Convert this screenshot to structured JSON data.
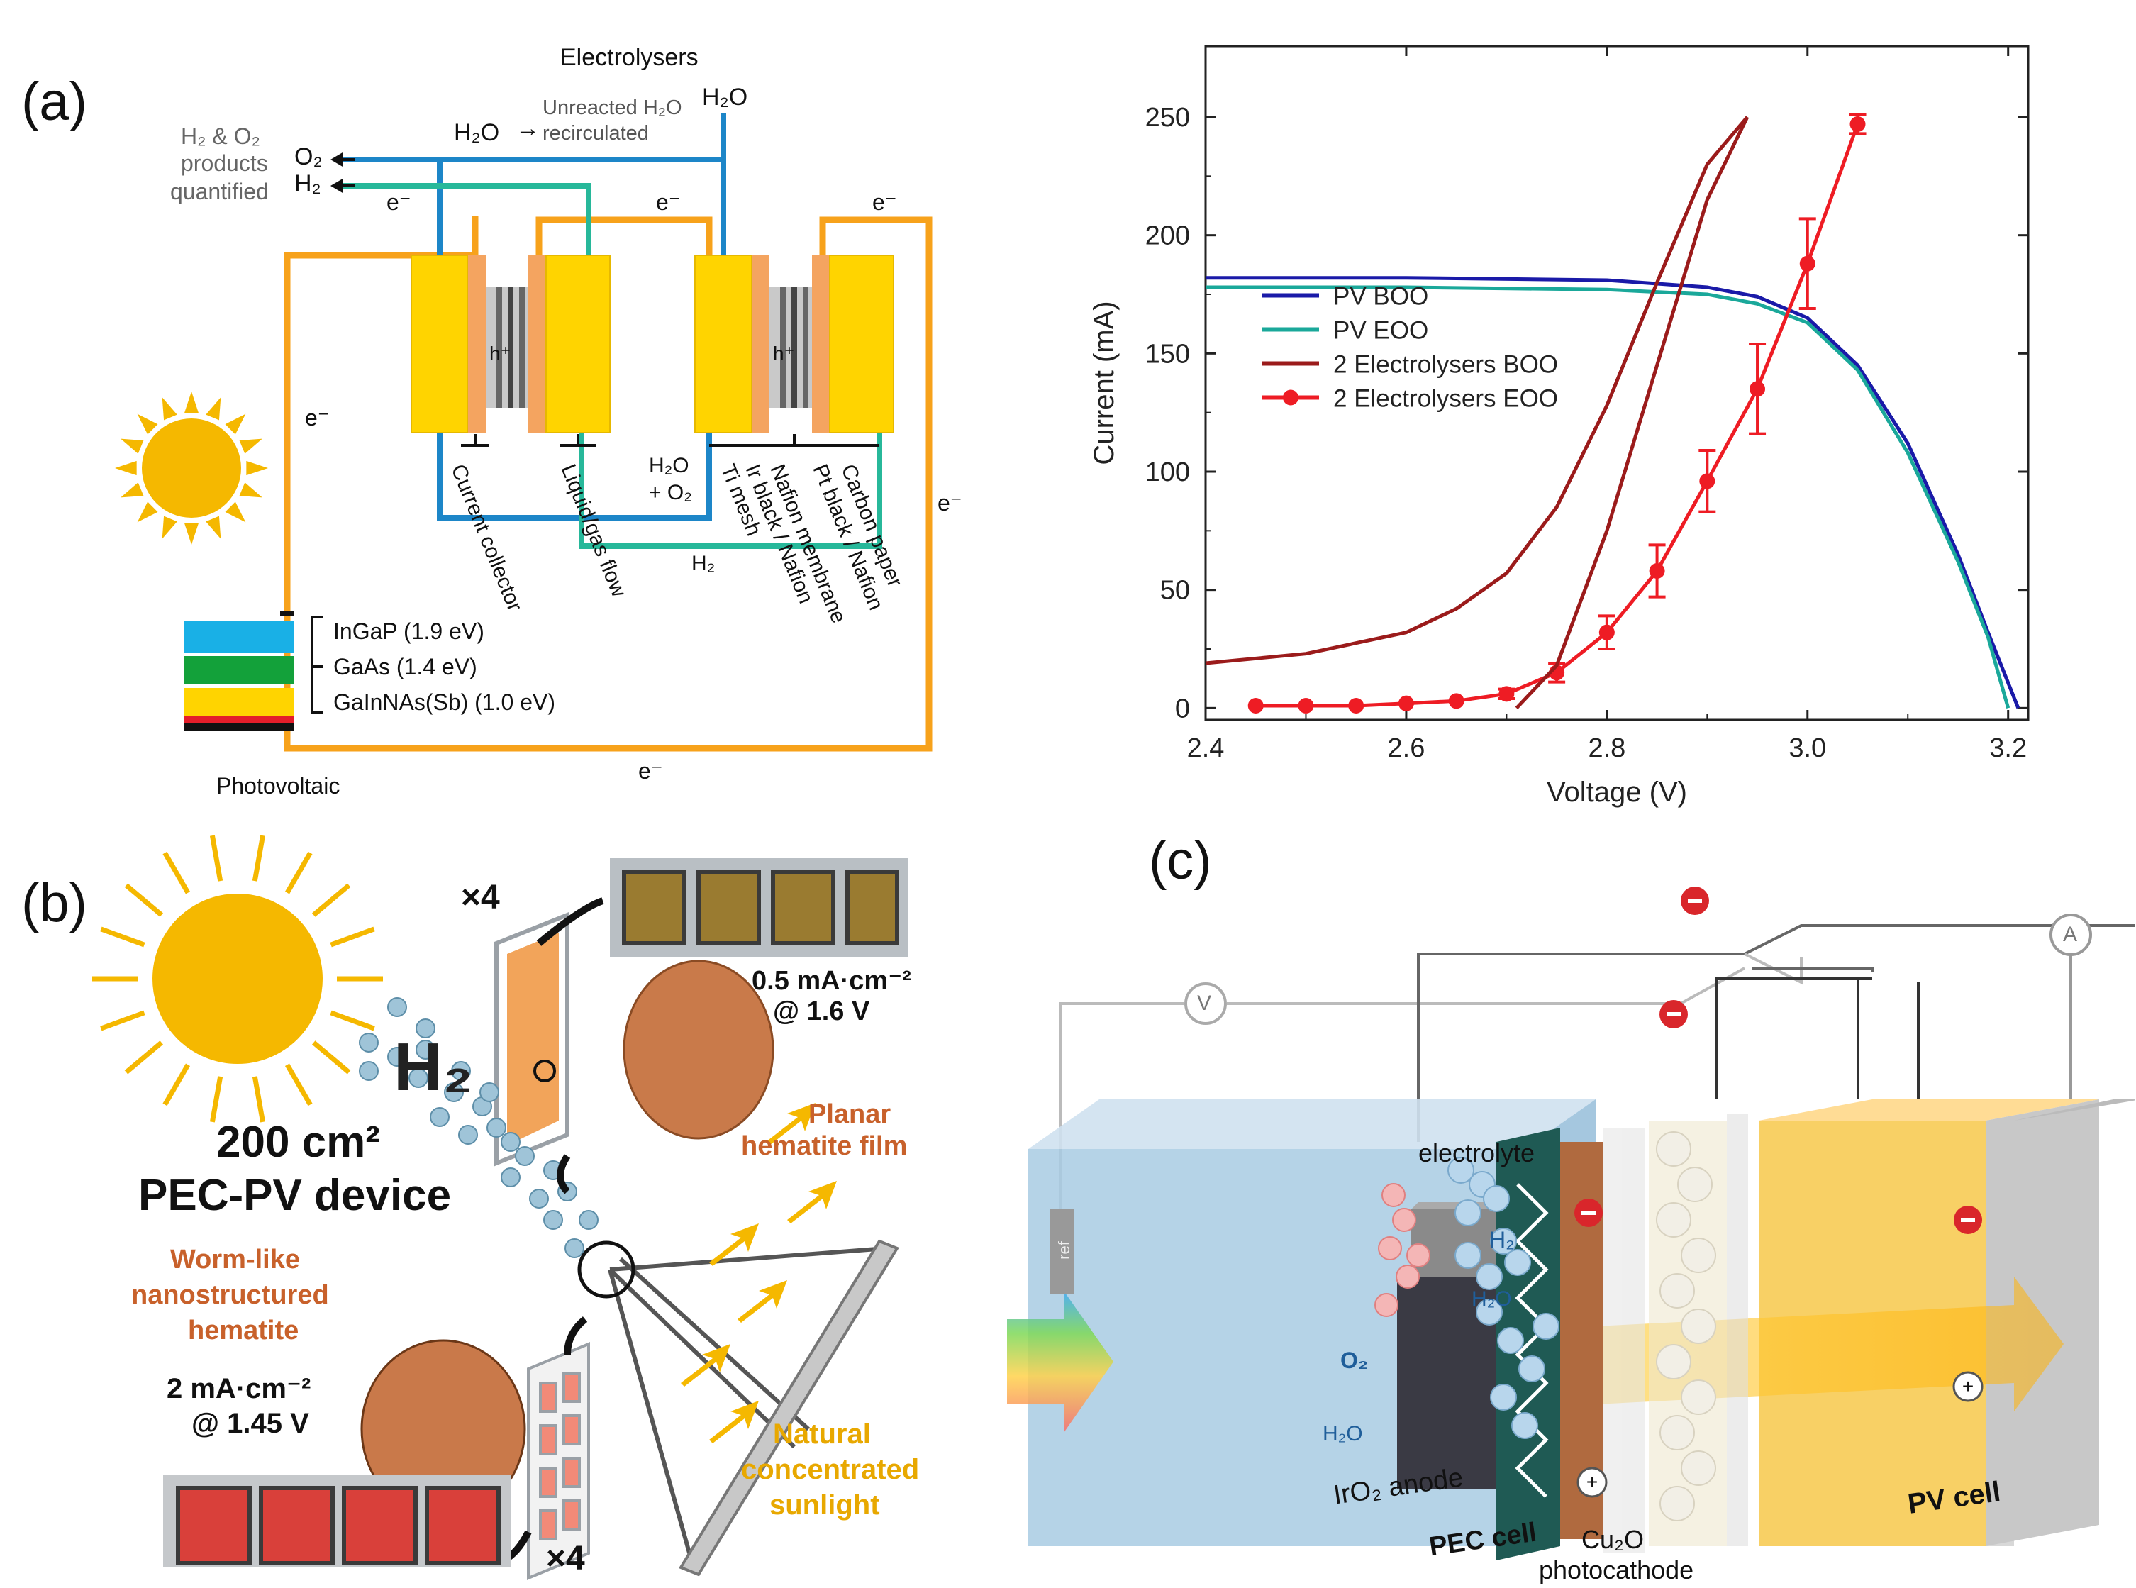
{
  "panel_a": {
    "label": "(a)",
    "electrolysers_title": "Electrolysers",
    "products_line1": "H₂ & O₂",
    "products_line2": "products",
    "products_line3": "quantified",
    "o2_label": "O₂",
    "h2_label": "H₂",
    "h2o_in": "H₂O",
    "unreacted_line1": "Unreacted H₂O",
    "unreacted_line2": "recirculated",
    "h2o_top": "H₂O",
    "electron": "e⁻",
    "hplus": "h⁺",
    "h2o_o2_line1": "H₂O",
    "h2o_o2_line2": "+ O₂",
    "h2_return": "H₂",
    "layer_labels": [
      "Current collector",
      "Liquid/gas flow",
      "Ti mesh",
      "Ir black / Nafion",
      "Nafion membrane",
      "Pt black / Nafion",
      "Carbon paper"
    ],
    "junctions": [
      "InGaP (1.9 eV)",
      "GaAs (1.4 eV)",
      "GaInNAs(Sb) (1.0 eV)"
    ],
    "photovoltaic": "Photovoltaic",
    "colors": {
      "orange": "#f7a21b",
      "blue": "#1d86c8",
      "green": "#27b89a",
      "gold": "#ffd400",
      "sun": "#f5b800"
    }
  },
  "chart_data": {
    "type": "line",
    "xlabel": "Voltage (V)",
    "ylabel": "Current (mA)",
    "xlim": [
      2.4,
      3.22
    ],
    "ylim": [
      -5,
      280
    ],
    "xticks": [
      "2.4",
      "2.6",
      "2.8",
      "3.0",
      "3.2"
    ],
    "yticks": [
      "0",
      "50",
      "100",
      "150",
      "200",
      "250"
    ],
    "legend_position": "center-left",
    "series": [
      {
        "name": "PV BOO",
        "color": "#1a1aa8",
        "x": [
          2.4,
          2.6,
          2.8,
          2.9,
          2.95,
          3.0,
          3.05,
          3.1,
          3.15,
          3.18,
          3.21
        ],
        "y": [
          182,
          182,
          181,
          178,
          174,
          165,
          145,
          112,
          65,
          32,
          0
        ]
      },
      {
        "name": "PV EOO",
        "color": "#1aa89a",
        "x": [
          2.4,
          2.6,
          2.8,
          2.9,
          2.95,
          3.0,
          3.05,
          3.1,
          3.15,
          3.18,
          3.2
        ],
        "y": [
          178,
          178,
          177,
          175,
          171,
          163,
          143,
          108,
          62,
          30,
          0
        ]
      },
      {
        "name": "2 Electrolysers BOO",
        "color": "#9b1b1b",
        "x": [
          2.4,
          2.5,
          2.6,
          2.65,
          2.7,
          2.75,
          2.8,
          2.85,
          2.9,
          2.94
        ],
        "y": [
          19,
          23,
          32,
          42,
          57,
          85,
          128,
          180,
          230,
          250
        ]
      },
      {
        "name": "2 Electrolysers EOO",
        "color": "#ee1c24",
        "x": [
          2.45,
          2.5,
          2.55,
          2.6,
          2.65,
          2.7,
          2.75,
          2.8,
          2.85,
          2.9,
          2.95,
          3.0,
          3.05
        ],
        "y": [
          1,
          1,
          1,
          2,
          3,
          6,
          15,
          32,
          58,
          96,
          135,
          188,
          247
        ],
        "err": [
          0,
          0,
          0,
          0,
          0,
          2,
          4,
          7,
          11,
          13,
          19,
          19,
          4
        ]
      },
      {
        "name": "",
        "color": "#9b1b1b",
        "x": [
          2.71,
          2.75,
          2.8,
          2.85,
          2.9,
          2.94
        ],
        "y": [
          0,
          18,
          75,
          145,
          215,
          250
        ]
      }
    ]
  },
  "panel_b": {
    "label": "(b)",
    "times4_top": "×4",
    "times4_bottom": "×4",
    "h2_big": "H₂",
    "area_line1": "200 cm²",
    "area_line2": "PEC-PV device",
    "planar_value1": "0.5 mA·cm⁻²",
    "planar_value2": "@ 1.6 V",
    "planar_line1": "Planar",
    "planar_line2": "hematite film",
    "worm_line1": "Worm-like",
    "worm_line2": "nanostructured",
    "worm_line3": "hematite",
    "worm_value1": "2 mA·cm⁻²",
    "worm_value2": "@ 1.45 V",
    "natural_line1": "Natural",
    "natural_line2": "concentrated",
    "natural_line3": "sunlight",
    "colors": {
      "hematite_text": "#c8612b",
      "gold_text": "#e8a800"
    }
  },
  "panel_c": {
    "label": "(c)",
    "voltmeter": "V",
    "ammeter": "A",
    "electrolyte": "electrolyte",
    "ref": "ref",
    "h2": "H₂",
    "h2o_right": "H₂O",
    "o2": "O₂",
    "h2o_left": "H₂O",
    "anode": "IrO₂ anode",
    "pec_cell": "PEC cell",
    "cu2o_line1": "Cu₂O",
    "cu2o_line2": "photocathode",
    "pv_cell": "PV cell"
  }
}
